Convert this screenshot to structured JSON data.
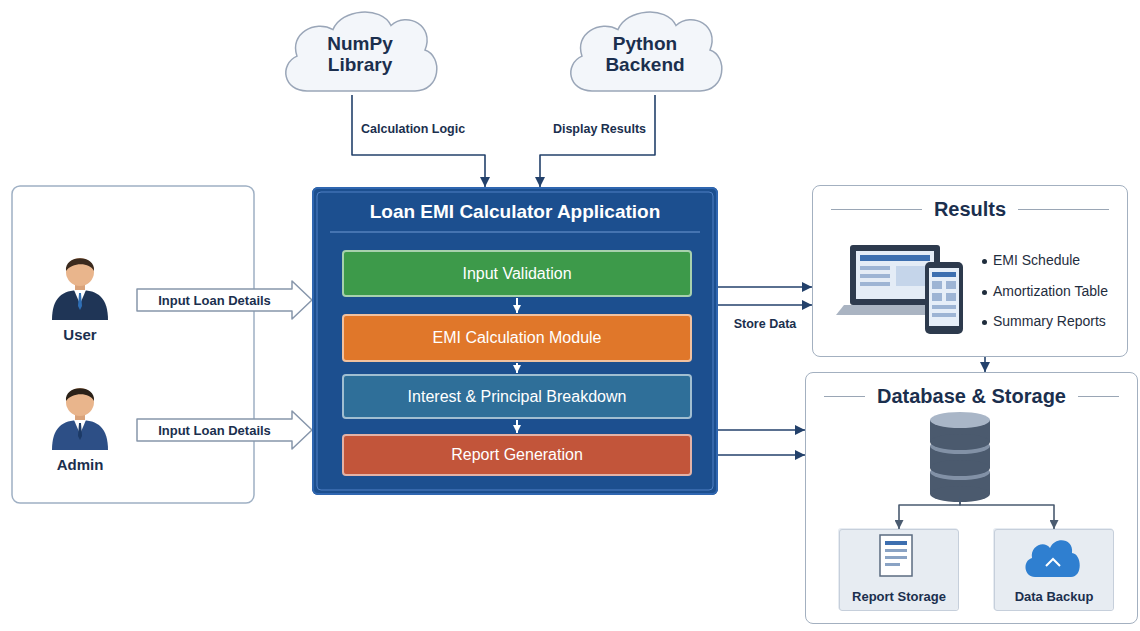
{
  "diagram": {
    "nodes": [
      {
        "text": [
          "NumPy Library"
        ]
      },
      {
        "text": [
          "Python Backend"
        ]
      },
      {
        "text": [
          "User"
        ]
      },
      {
        "text": [
          "Admin"
        ]
      },
      {
        "text": [
          "Loan EMI Calculator Application"
        ]
      },
      {
        "text": [
          "Input Validation"
        ],
        "in": 4
      },
      {
        "text": [
          "EMI Calculation Module"
        ],
        "in": 4
      },
      {
        "text": [
          "Interest & Principal Breakdown"
        ],
        "in": 4
      },
      {
        "text": [
          "Report Generation"
        ],
        "in": 4
      },
      {
        "text": [
          "Results",
          "EMI Schedule",
          "Amortization Table",
          "Summary Reports"
        ]
      },
      {
        "text": [
          "Database & Storage"
        ]
      },
      {
        "text": [
          "Report Storage"
        ],
        "in": 10
      },
      {
        "text": [
          "Data Backup"
        ],
        "in": 10
      }
    ],
    "edges": [
      {
        "from": 0,
        "to": 4,
        "label": "Calculation Logic",
        "arrow": "to"
      },
      {
        "from": 1,
        "to": 4,
        "label": "Display Results",
        "arrow": "to"
      },
      {
        "from": 2,
        "to": 4,
        "label": "Input Loan Details",
        "arrow": "to"
      },
      {
        "from": 3,
        "to": 4,
        "label": "Input Loan Details",
        "arrow": "to"
      },
      {
        "from": 5,
        "to": 6,
        "arrow": "to"
      },
      {
        "from": 6,
        "to": 7,
        "arrow": "to"
      },
      {
        "from": 7,
        "to": 8,
        "arrow": "to"
      },
      {
        "from": 4,
        "to": 9,
        "arrow": "to"
      },
      {
        "from": 4,
        "to": 9,
        "label": "Store Data",
        "arrow": "to"
      },
      {
        "from": 4,
        "to": 10,
        "arrow": "to"
      },
      {
        "from": 4,
        "to": 10,
        "arrow": "to"
      },
      {
        "from": 9,
        "to": 10,
        "arrow": "to"
      },
      {
        "from": 10,
        "to": 11,
        "arrow": "to"
      },
      {
        "from": 10,
        "to": 12,
        "arrow": "to"
      }
    ]
  }
}
